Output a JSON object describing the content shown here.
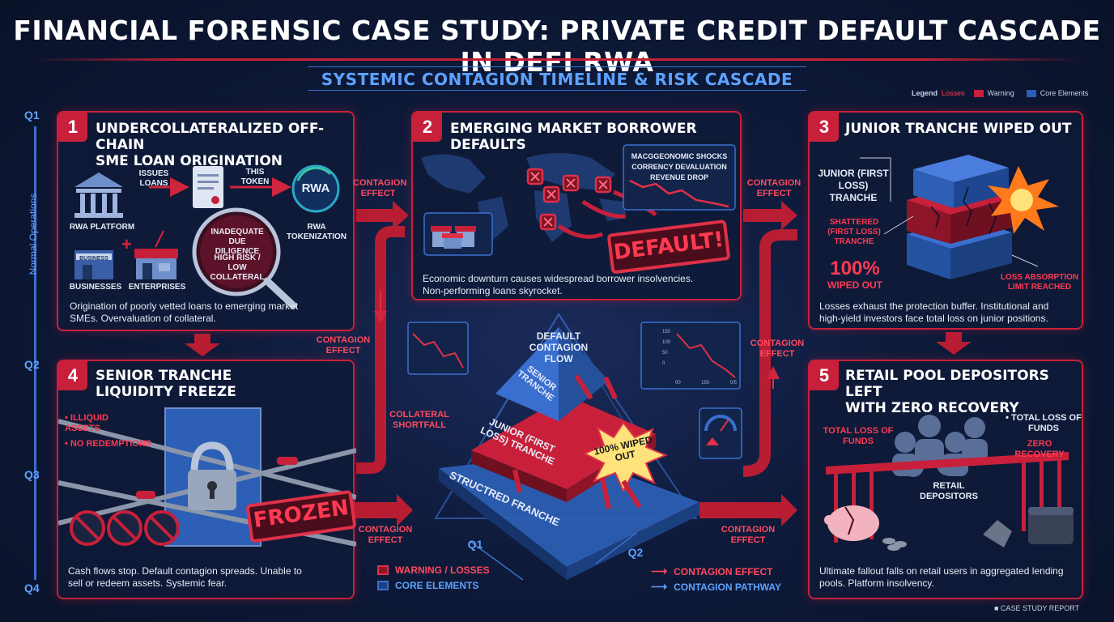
{
  "title": "FINANCIAL FORENSIC CASE STUDY: PRIVATE CREDIT DEFAULT CASCADE IN DEFI RWA",
  "subtitle": "SYSTEMIC CONTAGION TIMELINE & RISK CASCADE",
  "legend_top": {
    "label": "Legend",
    "losses": "Losses",
    "warning": "Warning",
    "core": "Core Elements"
  },
  "timeline": {
    "q1": "Q1",
    "q2": "Q2",
    "q3": "Q3",
    "q4": "Q4",
    "phase": "Normal Operations"
  },
  "colors": {
    "accent_red": "#c8203a",
    "accent_blue": "#3a6fd0",
    "background": "#0b1530"
  },
  "panel1": {
    "number": "1",
    "title_line1": "UNDERCOLLATERALIZED OFF-CHAIN",
    "title_line2": "SME LOAN ORIGINATION",
    "issues_loans": "ISSUES LOANS",
    "this_token": "THIS TOKEN",
    "rwa_platform": "RWA PLATFORM",
    "rwa": "RWA",
    "rwa_tokenization": "RWA TOKENIZATION",
    "businesses": "BUSINESSES",
    "business_sign": "BUSINESS",
    "enterprises": "ENTERPRISES",
    "magnifier_line1": "INADEQUATE DUE DILIGENCE",
    "magnifier_line2": "HIGH RISK / LOW COLLATERAL",
    "desc_line1": "Origination of poorly vetted loans to emerging market",
    "desc_line2": "SMEs. Overvaluation of collateral."
  },
  "panel2": {
    "number": "2",
    "title": "EMERGING MARKET BORROWER DEFAULTS",
    "shock1": "MACGGEONOMIC SHOCKS",
    "shock2": "CORRENCY DEVALUATION",
    "shock3": "REVENUE DROP",
    "default": "DEFAULT!",
    "desc_line1": "Economic downturn causes widespread borrower insolvencies.",
    "desc_line2": "Non-performing loans skyrocket."
  },
  "panel3": {
    "number": "3",
    "title": "JUNIOR TRANCHE WIPED OUT",
    "junior": "JUNIOR (FIRST LOSS) TRANCHE",
    "shattered": "SHATTERED (FIRST LOSS) TRANCHE",
    "pct": "100%",
    "wiped": "WIPED OUT",
    "limit": "LOSS ABSORPTION LIMIT REACHED",
    "desc_line1": "Losses exhaust the protection buffer. Institutional and",
    "desc_line2": "high-yield investors face total loss on junior positions."
  },
  "panel4": {
    "number": "4",
    "title_line1": "SENIOR TRANCHE",
    "title_line2": "LIQUIDITY FREEZE",
    "bullet1": "• ILLIQUID ASSETS",
    "bullet2": "• NO REDEMPTIONS",
    "frozen": "FROZEN",
    "desc_line1": "Cash flows stop. Default contagion spreads. Unable to",
    "desc_line2": "sell or redeem assets. Systemic fear."
  },
  "panel5": {
    "number": "5",
    "title_line1": "RETAIL POOL DEPOSITORS LEFT",
    "title_line2": "WITH ZERO RECOVERY",
    "total_loss_left": "TOTAL LOSS OF FUNDS",
    "total_loss_right": "• TOTAL LOSS OF FUNDS",
    "zero": "ZERO RECOVERY",
    "retail": "RETAIL DEPOSITORS",
    "desc_line1": "Ultimate fallout falls on retail users in aggregated lending",
    "desc_line2": "pools. Platform insolvency."
  },
  "center": {
    "flow": "DEFAULT CONTAGION FLOW",
    "senior": "SENIOR TRANCHE",
    "junior": "JUNIOR (FIRST LOSS) TRANCHE",
    "structured": "STRUCTRED FRANCHE",
    "wiped": "100% WIPED OUT",
    "collateral": "COLLATERAL SHORTFALL",
    "q1": "Q1",
    "q2": "Q2",
    "chart_ticks_y": [
      "150",
      "100",
      "50",
      "0"
    ],
    "chart_ticks_x": [
      "00",
      "150",
      "0/5"
    ]
  },
  "arrows": {
    "contagion": "CONTAGION EFFECT"
  },
  "legend_bottom": {
    "warning": "WARNING / LOSSES",
    "core": "CORE ELEMENTS",
    "effect": "CONTAGION EFFECT",
    "pathway": "CONTAGION PATHWAY"
  },
  "footer": "■ CASE STUDY REPORT"
}
